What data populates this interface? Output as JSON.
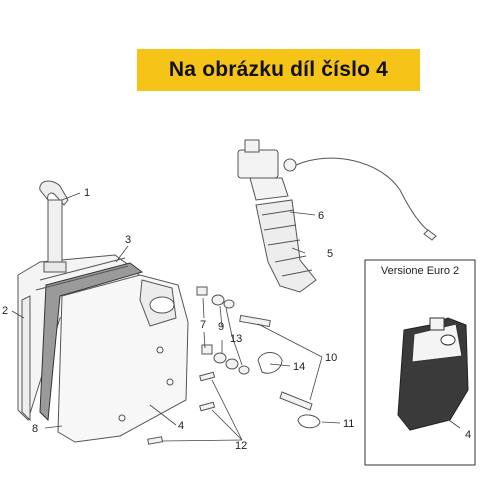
{
  "banner": {
    "text": "Na obrázku díl číslo 4",
    "color": "#f6c318"
  },
  "inset": {
    "title": "Versione Euro 2"
  },
  "callouts": {
    "c1": "1",
    "c2": "2",
    "c3": "3",
    "c4a": "4",
    "c4b": "4",
    "c5": "5",
    "c6": "6",
    "c7": "7",
    "c8": "8",
    "c9": "9",
    "c10": "10",
    "c11": "11",
    "c12": "12",
    "c13": "13",
    "c14": "14"
  }
}
